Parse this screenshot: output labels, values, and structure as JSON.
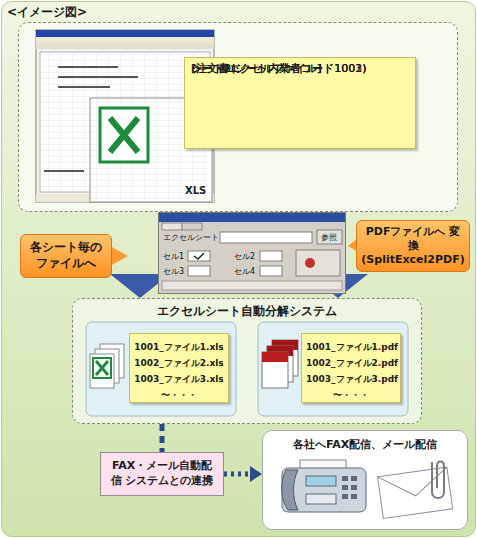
{
  "diagram": {
    "title": "<イメージ図>",
    "nodes": [
      {
        "text": [
          "XLS"
        ]
      },
      {
        "text": [
          "[注文書エクセルファイル]",
          "シート1(シート内業者コード1001)",
          "シート2(シート内業者コード1002)",
          "シート3(シート内業者コード1003)",
          "〜・・・"
        ],
        "in": 0
      },
      {
        "text": [
          "各シート毎のファイルへ"
        ]
      },
      {
        "text": [
          "エクセルシート",
          "参照",
          "セル1",
          "セル2",
          "セル3",
          "セル4"
        ]
      },
      {
        "text": [
          "PDFファイルへ 変 換 (SplitExcel2PDF)"
        ]
      },
      {
        "text": [
          "エクセルシート自動分解システム"
        ]
      },
      {
        "text": [
          "1001_ファイル1.xls",
          "1002_ファイル2.xls",
          "1003_ファイル3.xls",
          "〜・・・"
        ],
        "in": 5
      },
      {
        "text": [
          "1001_ファイル1.pdf",
          "1002_ファイル2.pdf",
          "1003_ファイル3.pdf",
          "〜・・・"
        ],
        "in": 5
      },
      {
        "text": [
          "FAX・メール自動配信 システムとの連携"
        ]
      },
      {
        "text": [
          "各社へFAX配信、メール配信"
        ]
      }
    ],
    "edges": [
      {
        "from": 0,
        "to": 5,
        "arrow": "to"
      },
      {
        "from": 0,
        "to": 5,
        "arrow": "to"
      },
      {
        "from": 5,
        "to": 8,
        "arrow": "none"
      },
      {
        "from": 8,
        "to": 9,
        "arrow": "to"
      }
    ]
  }
}
